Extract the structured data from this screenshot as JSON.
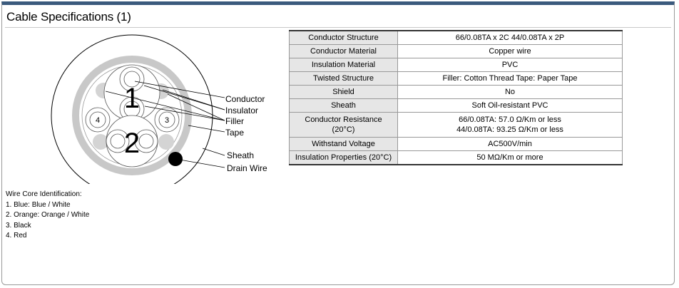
{
  "header": {
    "title": "Cable Specifications (1)"
  },
  "diagram": {
    "core_numbers": {
      "core1": "1",
      "core2": "2",
      "core3": "3",
      "core4": "4"
    },
    "labels": {
      "conductor": "Conductor",
      "insulator": "Insulator",
      "filler": "Filler",
      "tape": "Tape",
      "sheath": "Sheath",
      "drain_wire": "Drain Wire"
    }
  },
  "legend": {
    "heading": "Wire Core Identification:",
    "items": [
      "1. Blue: Blue / White",
      "2. Orange: Orange / White",
      "3. Black",
      "4. Red"
    ]
  },
  "spec_table": {
    "rows": [
      {
        "label": "Conductor Structure",
        "value": "66/0.08TA x 2C 44/0.08TA x 2P"
      },
      {
        "label": "Conductor Material",
        "value": "Copper wire"
      },
      {
        "label": "Insulation Material",
        "value": "PVC"
      },
      {
        "label": "Twisted Structure",
        "value": "Filler: Cotton Thread Tape: Paper Tape"
      },
      {
        "label": "Shield",
        "value": "No"
      },
      {
        "label": "Sheath",
        "value": "Soft Oil-resistant PVC"
      },
      {
        "label": "Conductor Resistance (20°C)",
        "value": "66/0.08TA: 57.0 Ω/Km or less",
        "value2": "44/0.08TA: 93.25 Ω/Km or less"
      },
      {
        "label": "Withstand Voltage",
        "value": "AC500V/min"
      },
      {
        "label": "Insulation Properties (20°C)",
        "value": "50 MΩ/Km or more"
      }
    ]
  },
  "colors": {
    "header_bar": "#3b5a7d",
    "label_cell_bg": "#e6e6e6",
    "tape_ring": "#c8c8c8",
    "filler": "#d4d4d4"
  }
}
